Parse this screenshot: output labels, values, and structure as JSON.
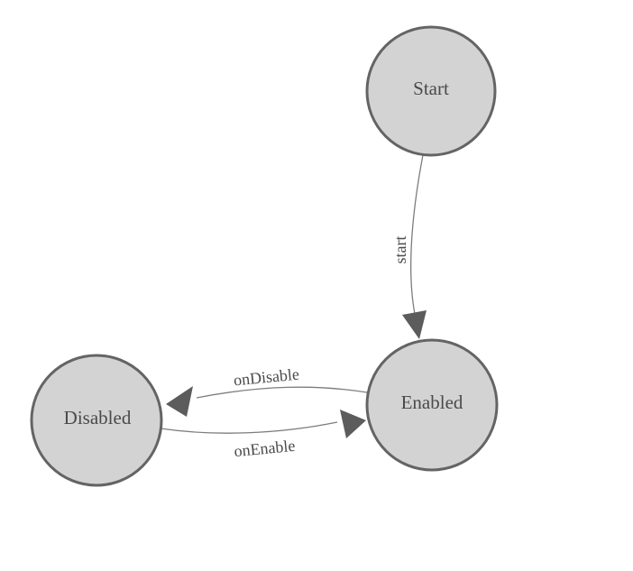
{
  "diagram": {
    "type": "state-machine",
    "nodes": [
      {
        "id": "start",
        "label": "Start"
      },
      {
        "id": "enabled",
        "label": "Enabled"
      },
      {
        "id": "disabled",
        "label": "Disabled"
      }
    ],
    "edges": [
      {
        "from": "Start",
        "to": "Enabled",
        "label": "start"
      },
      {
        "from": "Enabled",
        "to": "Disabled",
        "label": "onDisable"
      },
      {
        "from": "Disabled",
        "to": "Enabled",
        "label": "onEnable"
      }
    ],
    "colors": {
      "background": "#ffffff",
      "node_fill": "#d3d3d3",
      "node_stroke": "#646464",
      "edge_stroke": "#7d7d7d",
      "arrow_fill": "#5c5c5c",
      "text": "#4a4a4a"
    }
  }
}
